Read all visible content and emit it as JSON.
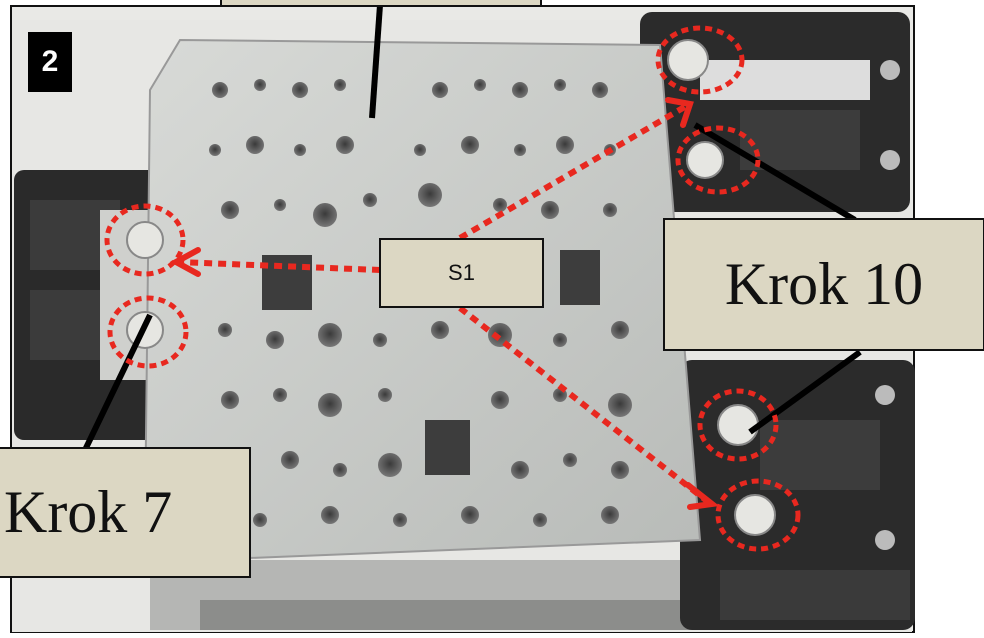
{
  "step_number": "2",
  "labels": {
    "s1": "S1",
    "krok10": "Krok 10",
    "krok7": "Krok 7"
  },
  "colors": {
    "plate": "#c9cbc8",
    "bracket": "#2c2c2c",
    "marker": "#e8281f",
    "label_bg": "#dcd7c3"
  }
}
